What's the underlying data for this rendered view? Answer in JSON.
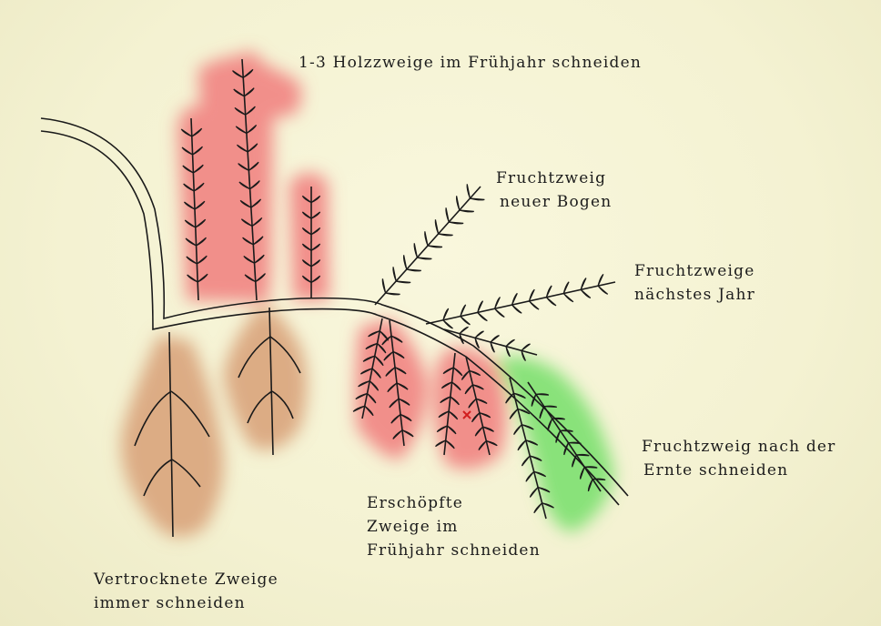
{
  "labels": {
    "wood_branches": "1-3 Holzzweige im Frühjahr schneiden",
    "new_arc": [
      "Fruchtzweig",
      "neuer Bogen"
    ],
    "next_year": [
      "Fruchtzweige",
      "nächstes Jahr"
    ],
    "after_harvest": [
      "Fruchtzweig nach der",
      "Ernte schneiden"
    ],
    "exhausted": [
      "Erschöpfte",
      "Zweige im",
      "Frühjahr schneiden"
    ],
    "dried": [
      "Vertrocknete Zweige",
      "immer schneiden"
    ]
  },
  "colors": {
    "background": "#f6f4d8",
    "cut_spring_red": "#f08080",
    "dried_brown": "#dca780",
    "after_harvest_green": "#86e878",
    "ink": "#1a1a1a"
  }
}
